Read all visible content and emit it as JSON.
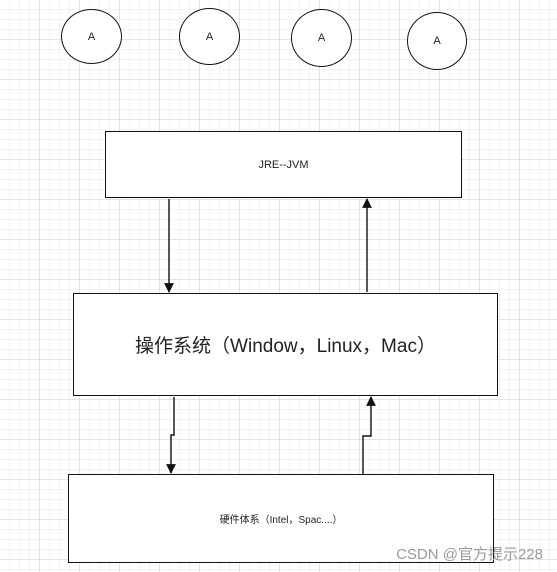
{
  "diagram": {
    "circles": [
      {
        "label": "A"
      },
      {
        "label": "A"
      },
      {
        "label": "A"
      },
      {
        "label": "A"
      }
    ],
    "boxes": {
      "jre": "JRE--JVM",
      "os": "操作系统（Window，Linux，Mac）",
      "hardware": "硬件体系（Intel，Spac....）"
    },
    "edges": [
      {
        "from": "jre",
        "to": "os"
      },
      {
        "from": "os",
        "to": "jre"
      },
      {
        "from": "os",
        "to": "hardware"
      },
      {
        "from": "hardware",
        "to": "os"
      }
    ],
    "line_color": "#111111"
  },
  "watermark": "CSDN @官方提示228"
}
